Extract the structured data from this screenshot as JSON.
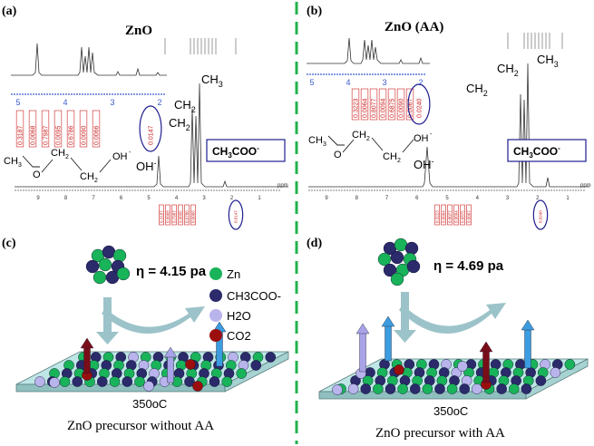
{
  "panels": {
    "a": {
      "tag": "(a)",
      "title": "ZnO",
      "inset_ticks": [
        "5",
        "4",
        "3",
        "2"
      ],
      "inset_integrals": [
        "0.3187",
        "0.0068",
        "0.7987",
        "0.0095",
        "0.6786",
        "0.0090",
        "0.0066"
      ],
      "inset_circled": "0.0147",
      "main_ticks": [
        "9",
        "8",
        "7",
        "6",
        "5",
        "4",
        "3",
        "2",
        "1"
      ],
      "main_integrals": [
        "0.3187",
        "0.0068",
        "0.7987",
        "0.0095",
        "0.6786",
        "0.0066"
      ],
      "main_circled": "0.0147",
      "peak_oh": "OH",
      "peak_ch2_upper": "CH",
      "peak_ch2_lower": "CH",
      "peak_ch3": "CH",
      "acetate": "CH3COO-",
      "ppm": "ppm"
    },
    "b": {
      "tag": "(b)",
      "title": "ZnO (AA)",
      "inset_ticks": [
        "5",
        "4",
        "3",
        "2"
      ],
      "inset_integrals": [
        "0.3223",
        "0.0064",
        "0.8077",
        "0.0094",
        "0.6875",
        "0.0090",
        "0.0067"
      ],
      "inset_circled": "0.0240",
      "main_ticks": [
        "9",
        "8",
        "7",
        "6",
        "5",
        "4",
        "3",
        "2",
        "1"
      ],
      "main_integrals": [
        "0.3223",
        "0.0064",
        "0.8077",
        "0.0094",
        "0.6875",
        "0.0067"
      ],
      "main_circled": "0.0240",
      "peak_oh": "OH",
      "peak_ch2_upper": "CH",
      "peak_ch2_lower": "CH",
      "peak_ch3": "CH",
      "acetate": "CH3COO-",
      "ppm": "ppm"
    },
    "c": {
      "tag": "(c)",
      "viscosity": "η = 4.15 pa",
      "temperature": "350oC",
      "caption": "ZnO precursor without AA"
    },
    "d": {
      "tag": "(d)",
      "viscosity": "η = 4.69 pa",
      "temperature": "350oC",
      "caption": "ZnO precursor with AA"
    }
  },
  "legend": [
    {
      "label": "Zn",
      "color": "#19b35a"
    },
    {
      "label": "CH3COO-",
      "color": "#2b2a6b"
    },
    {
      "label": "H2O",
      "color": "#b9b4ec"
    },
    {
      "label": "CO2",
      "color": "#9c0e0e"
    }
  ],
  "colors": {
    "divider": "#22b14c",
    "integral_red": "#cc2222",
    "circle_blue": "#1f1f8f",
    "axis_blue": "#3a5bd0",
    "substrate": "#bfe6e6",
    "arrow_blue": "#3c9ce0",
    "arrow_red": "#7a0d18",
    "arrow_lilac": "#a9a3e8",
    "swoosh": "#9cc3c9"
  }
}
